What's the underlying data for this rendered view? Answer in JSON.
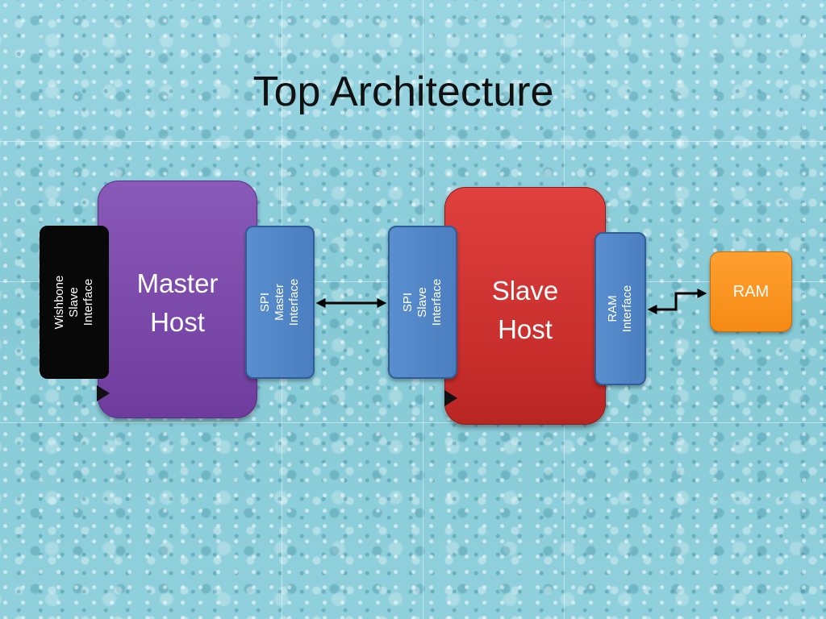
{
  "title": "Top Architecture",
  "nodes": {
    "master_host": {
      "lines": [
        "Master",
        "Host"
      ],
      "color": "#7a48a8"
    },
    "slave_host": {
      "lines": [
        "Slave",
        "Host"
      ],
      "color": "#c72e2c"
    },
    "wishbone_slave_interface": {
      "lines": [
        "Wishbone",
        "Slave",
        "Interface"
      ],
      "color": "#080808"
    },
    "spi_master_interface": {
      "lines": [
        "SPI",
        "Master",
        "Interface"
      ],
      "color": "#4a7ec0"
    },
    "spi_slave_interface": {
      "lines": [
        "SPI",
        "Slave",
        "Interface"
      ],
      "color": "#4a7ec0"
    },
    "ram_interface": {
      "lines": [
        "RAM",
        "Interface"
      ],
      "color": "#4a7ec0"
    },
    "ram": {
      "label": "RAM",
      "color": "#f58a15"
    }
  },
  "connections": [
    {
      "from": "SPI Master Interface",
      "to": "SPI Slave Interface",
      "type": "bidirectional-arrow"
    },
    {
      "from": "RAM Interface",
      "to": "RAM",
      "type": "bidirectional-elbow-arrow"
    }
  ]
}
